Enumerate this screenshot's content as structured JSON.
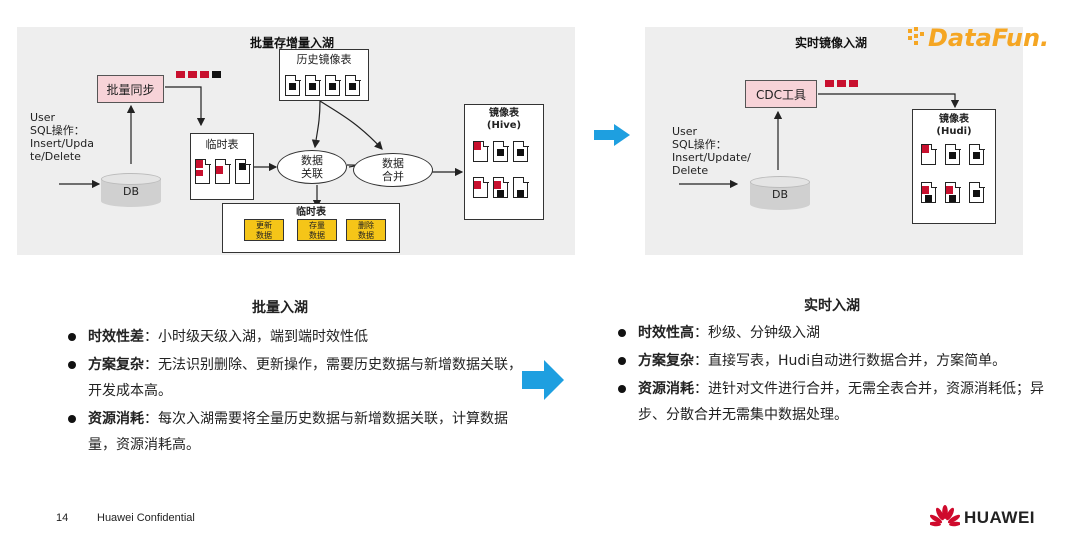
{
  "left_diagram": {
    "title": "批量存增量入湖",
    "user_label": "User\nSQL操作：\nInsert/Upda\nte/Delete",
    "db_label": "DB",
    "batch_sync": "批量同步",
    "history_table": "历史镜像表",
    "temp_table": "临时表",
    "data_join": "数据\n关联",
    "data_merge": "数据\n合并",
    "mirror_table_title": "镜像表\n(Hive)",
    "temp_table_bottom": "临时表",
    "chips": [
      "更新\n数据",
      "存量\n数据",
      "删除\n数据"
    ]
  },
  "right_diagram": {
    "title": "实时镜像入湖",
    "user_label": "User\nSQL操作：\nInsert/Update/\nDelete",
    "db_label": "DB",
    "cdc_tool": "CDC工具",
    "mirror_table_title": "镜像表\n(Hudi)"
  },
  "logo": {
    "text": "DataFun."
  },
  "left_section": {
    "title": "批量入湖",
    "items": [
      {
        "key": "时效性差",
        "text": "：小时级天级入湖，端到端时效性低"
      },
      {
        "key": "方案复杂",
        "text": "：无法识别删除、更新操作，需要历史数据与新增数据关联，开发成本高。"
      },
      {
        "key": "资源消耗",
        "text": "：每次入湖需要将全量历史数据与新增数据关联，计算数据量，资源消耗高。"
      }
    ]
  },
  "right_section": {
    "title": "实时入湖",
    "items": [
      {
        "key": "时效性高",
        "text": "：秒级、分钟级入湖"
      },
      {
        "key": "方案复杂",
        "text": "：直接写表，Hudi自动进行数据合并，方案简单。"
      },
      {
        "key": "资源消耗",
        "text": "：进针对文件进行合并，无需全表合并，资源消耗低；异步、分散合并无需集中数据处理。"
      }
    ]
  },
  "footer": {
    "page_number": "14",
    "confidential": "Huawei Confidential",
    "brand": "HUAWEI"
  },
  "colors": {
    "arrow": "#1e9fe0",
    "red": "#c8102e",
    "chip": "#f5c518",
    "pink": "#f7d3d8"
  }
}
